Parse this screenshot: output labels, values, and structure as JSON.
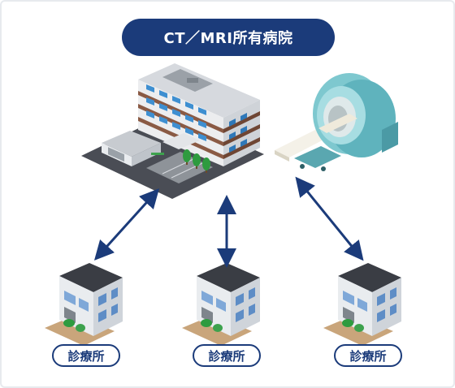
{
  "title": "CT／MRI所有病院",
  "clinics": [
    {
      "label": "診療所"
    },
    {
      "label": "診療所"
    },
    {
      "label": "診療所"
    }
  ],
  "colors": {
    "navy": "#1b3b7a",
    "frame": "#e7eaee",
    "ground": "#4a4d55",
    "mri_teal": "#7ec8cf"
  }
}
